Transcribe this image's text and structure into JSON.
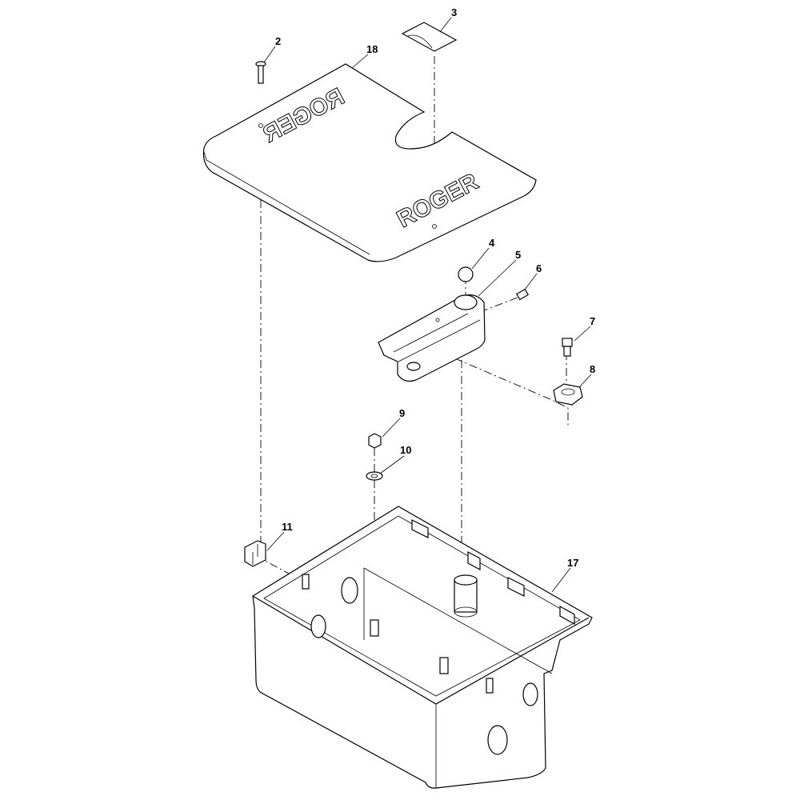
{
  "diagram": {
    "brand_text": "ROGER",
    "callouts": [
      {
        "id": "c2",
        "text": "2"
      },
      {
        "id": "c3",
        "text": "3"
      },
      {
        "id": "c18",
        "text": "18"
      },
      {
        "id": "c4",
        "text": "4"
      },
      {
        "id": "c5",
        "text": "5"
      },
      {
        "id": "c6",
        "text": "6"
      },
      {
        "id": "c7",
        "text": "7"
      },
      {
        "id": "c8",
        "text": "8"
      },
      {
        "id": "c9",
        "text": "9"
      },
      {
        "id": "c10",
        "text": "10"
      },
      {
        "id": "c11",
        "text": "11"
      },
      {
        "id": "c17",
        "text": "17"
      }
    ]
  }
}
